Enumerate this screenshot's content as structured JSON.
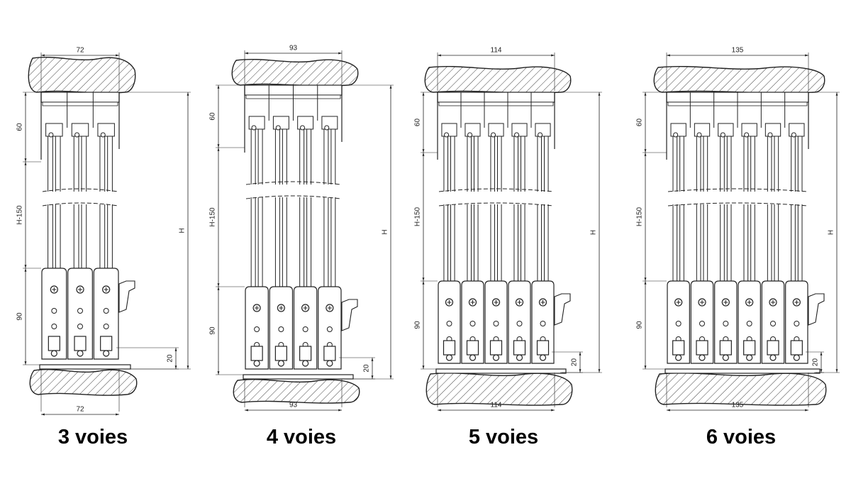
{
  "variants": [
    {
      "caption": "3 voies",
      "tracks": 3,
      "width_label": "72",
      "h60_label": "60",
      "hmid_label": "H-150",
      "h90_label": "90",
      "h20_label": "20",
      "htotal_label": "H"
    },
    {
      "caption": "4 voies",
      "tracks": 4,
      "width_label": "93",
      "h60_label": "60",
      "hmid_label": "H-150",
      "h90_label": "90",
      "h20_label": "20",
      "htotal_label": "H"
    },
    {
      "caption": "5 voies",
      "tracks": 5,
      "width_label": "114",
      "h60_label": "60",
      "hmid_label": "H-150",
      "h90_label": "90",
      "h20_label": "20",
      "htotal_label": "H"
    },
    {
      "caption": "6 voies",
      "tracks": 6,
      "width_label": "135",
      "h60_label": "60",
      "hmid_label": "H-150",
      "h90_label": "90",
      "h20_label": "20",
      "htotal_label": "H"
    }
  ]
}
